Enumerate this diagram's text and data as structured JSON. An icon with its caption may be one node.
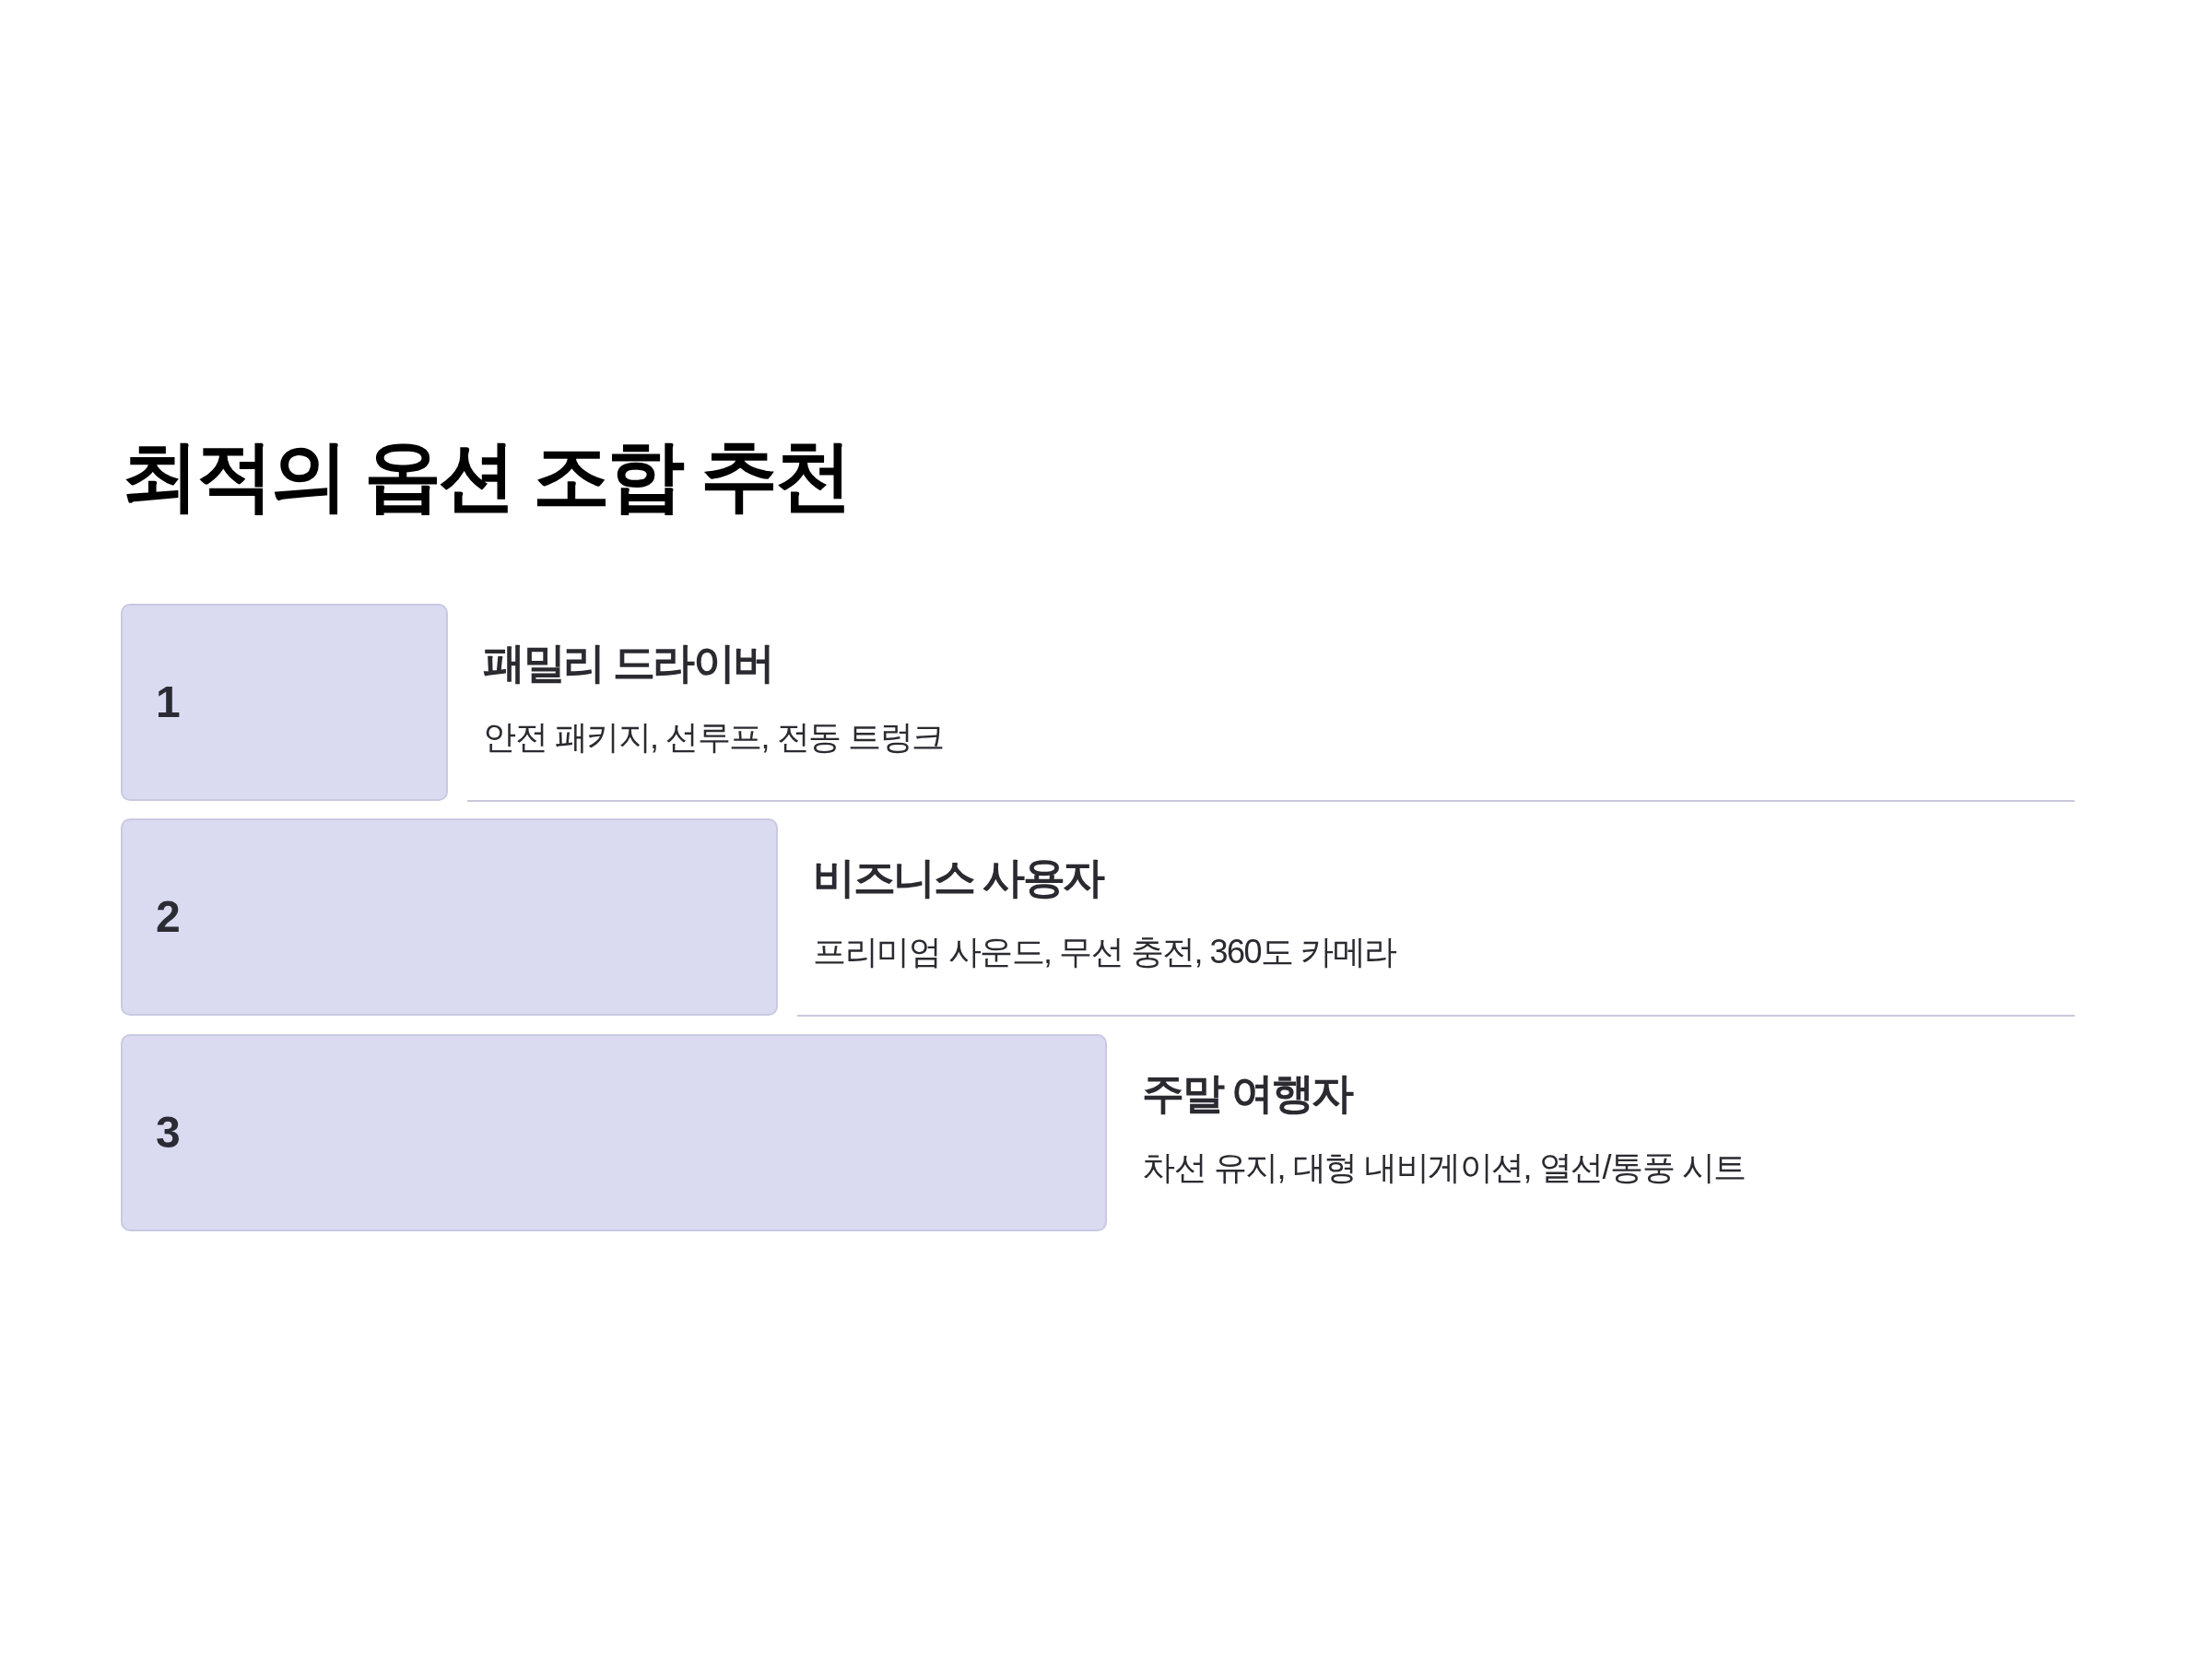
{
  "diagram": {
    "title": "최적의 옵션 조합 추천",
    "nodes": [
      {
        "text": [
          "1"
        ],
        "beside": [
          "패밀리 드라이버",
          "안전 패키지, 선루프, 전동 트렁크"
        ]
      },
      {
        "text": [
          "2"
        ],
        "beside": [
          "비즈니스 사용자",
          "프리미엄 사운드, 무선 충전, 360도 카메라"
        ]
      },
      {
        "text": [
          "3"
        ],
        "beside": [
          "주말 여행자",
          "차선 유지, 대형 내비게이션, 열선/통풍 시트"
        ]
      }
    ],
    "edges": []
  }
}
